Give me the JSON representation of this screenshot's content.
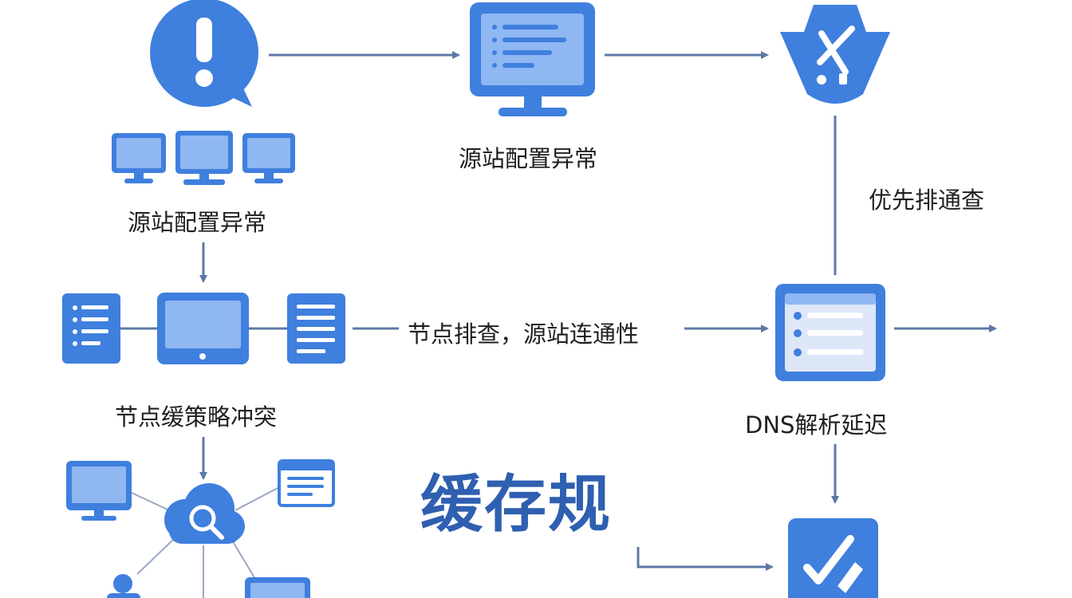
{
  "colors": {
    "primary": "#3f7fde",
    "dark": "#2e63c2",
    "light": "#8fb7f2",
    "line": "#5c78a6",
    "text": "#1f1f1f",
    "title": "#2f5fb0"
  },
  "icons": {
    "alert": "alert-bubble-icon",
    "monitor": "monitor-icon",
    "tools": "tools-shield-icon",
    "server": "server-list-icon",
    "cloud": "cloud-search-icon",
    "dns": "dns-panel-icon",
    "check": "check-edit-icon"
  },
  "labels": {
    "source_config_top": "源站配置异常",
    "source_config_left": "源站配置异常",
    "priority_check": "优先排通查",
    "node_check": "节点排查，源站连通性",
    "node_cache_conflict": "节点缓策略冲突",
    "dns_delay": "DNS解析延迟",
    "cache_rule": "缓存规"
  }
}
